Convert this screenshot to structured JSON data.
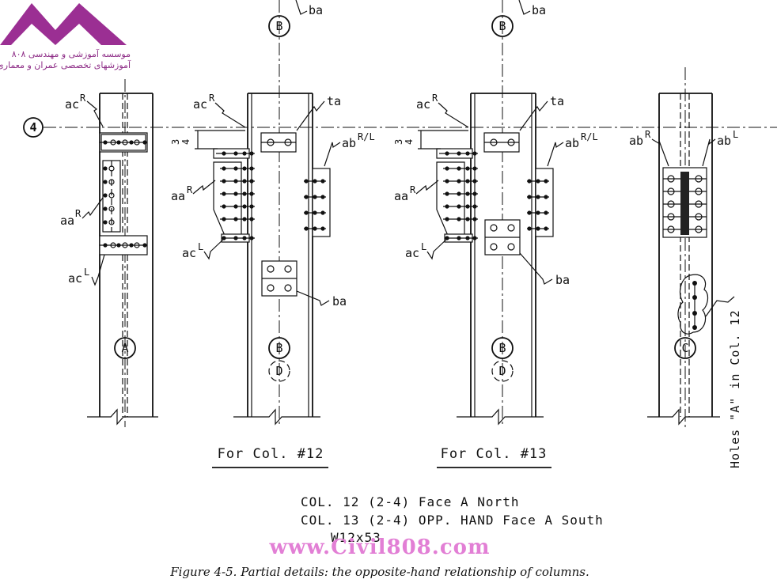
{
  "logo": {
    "line1": "موسسه آموزشی و مهندسی ۸۰۸",
    "line2": "آموزشهای تخصصی عمران و معماری",
    "color": "#8d2c86"
  },
  "grid_line": "4",
  "col12": {
    "bubble_top": "B",
    "bubble_bottom": "B",
    "bubble_sub": "D",
    "labels": {
      "acR": "ac",
      "acR_sup": "R",
      "ta": "ta",
      "abRL": "ab",
      "abRL_sup": "R/L",
      "aaR": "aa",
      "aaR_sup": "R",
      "acL": "ac",
      "acL_sup": "L",
      "ba": "ba",
      "ba_top": "ba",
      "dim_num": "3",
      "dim_den": "4"
    },
    "title": "For Col. #12"
  },
  "col13": {
    "bubble_top": "B",
    "bubble_bottom": "B",
    "bubble_sub": "D",
    "labels": {
      "acR": "ac",
      "acR_sup": "R",
      "ta": "ta",
      "abRL": "ab",
      "abRL_sup": "R/L",
      "aaR": "aa",
      "aaR_sup": "R",
      "acL": "ac",
      "acL_sup": "L",
      "ba": "ba",
      "ba_top": "ba",
      "dim_num": "3",
      "dim_den": "4"
    },
    "title": "For Col. #13"
  },
  "colA": {
    "bubble": "A",
    "labels": {
      "acR": "ac",
      "acR_sup": "R",
      "aaR": "aa",
      "aaR_sup": "R",
      "acL": "ac",
      "acL_sup": "L"
    }
  },
  "colC": {
    "bubble": "C",
    "labels": {
      "abR": "ab",
      "abR_sup": "R",
      "abL": "ab",
      "abL_sup": "L"
    },
    "note": "Holes \"A\" in Col. 12"
  },
  "notes": {
    "line1": "COL. 12 (2-4) Face A North",
    "line2": "COL. 13 (2-4) OPP. HAND Face A South",
    "line3": "W12x53"
  },
  "watermark": "www.Civil808.com",
  "caption": "Figure 4-5.  Partial details: the opposite-hand relationship of columns."
}
